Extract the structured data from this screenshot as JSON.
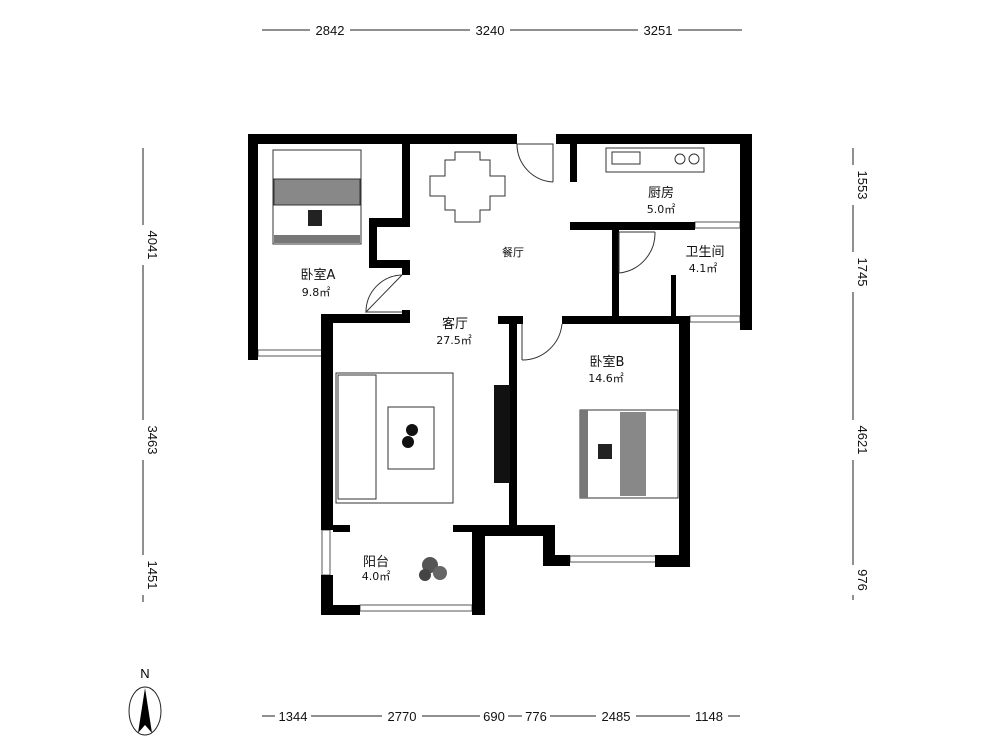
{
  "rooms": {
    "bedroom_a": {
      "name": "卧室A",
      "area": "9.8㎡"
    },
    "dining": {
      "name": "餐厅"
    },
    "kitchen": {
      "name": "厨房",
      "area": "5.0㎡"
    },
    "bathroom": {
      "name": "卫生间",
      "area": "4.1㎡"
    },
    "living": {
      "name": "客厅",
      "area": "27.5㎡"
    },
    "bedroom_b": {
      "name": "卧室B",
      "area": "14.6㎡"
    },
    "balcony": {
      "name": "阳台",
      "area": "4.0㎡"
    }
  },
  "dimensions": {
    "top": [
      "2842",
      "3240",
      "3251"
    ],
    "left": [
      "4041",
      "3463",
      "1451"
    ],
    "right": [
      "1553",
      "1745",
      "4621",
      "976"
    ],
    "bottom": [
      "1344",
      "2770",
      "690",
      "776",
      "2485",
      "1148"
    ]
  },
  "compass": {
    "label": "N"
  }
}
